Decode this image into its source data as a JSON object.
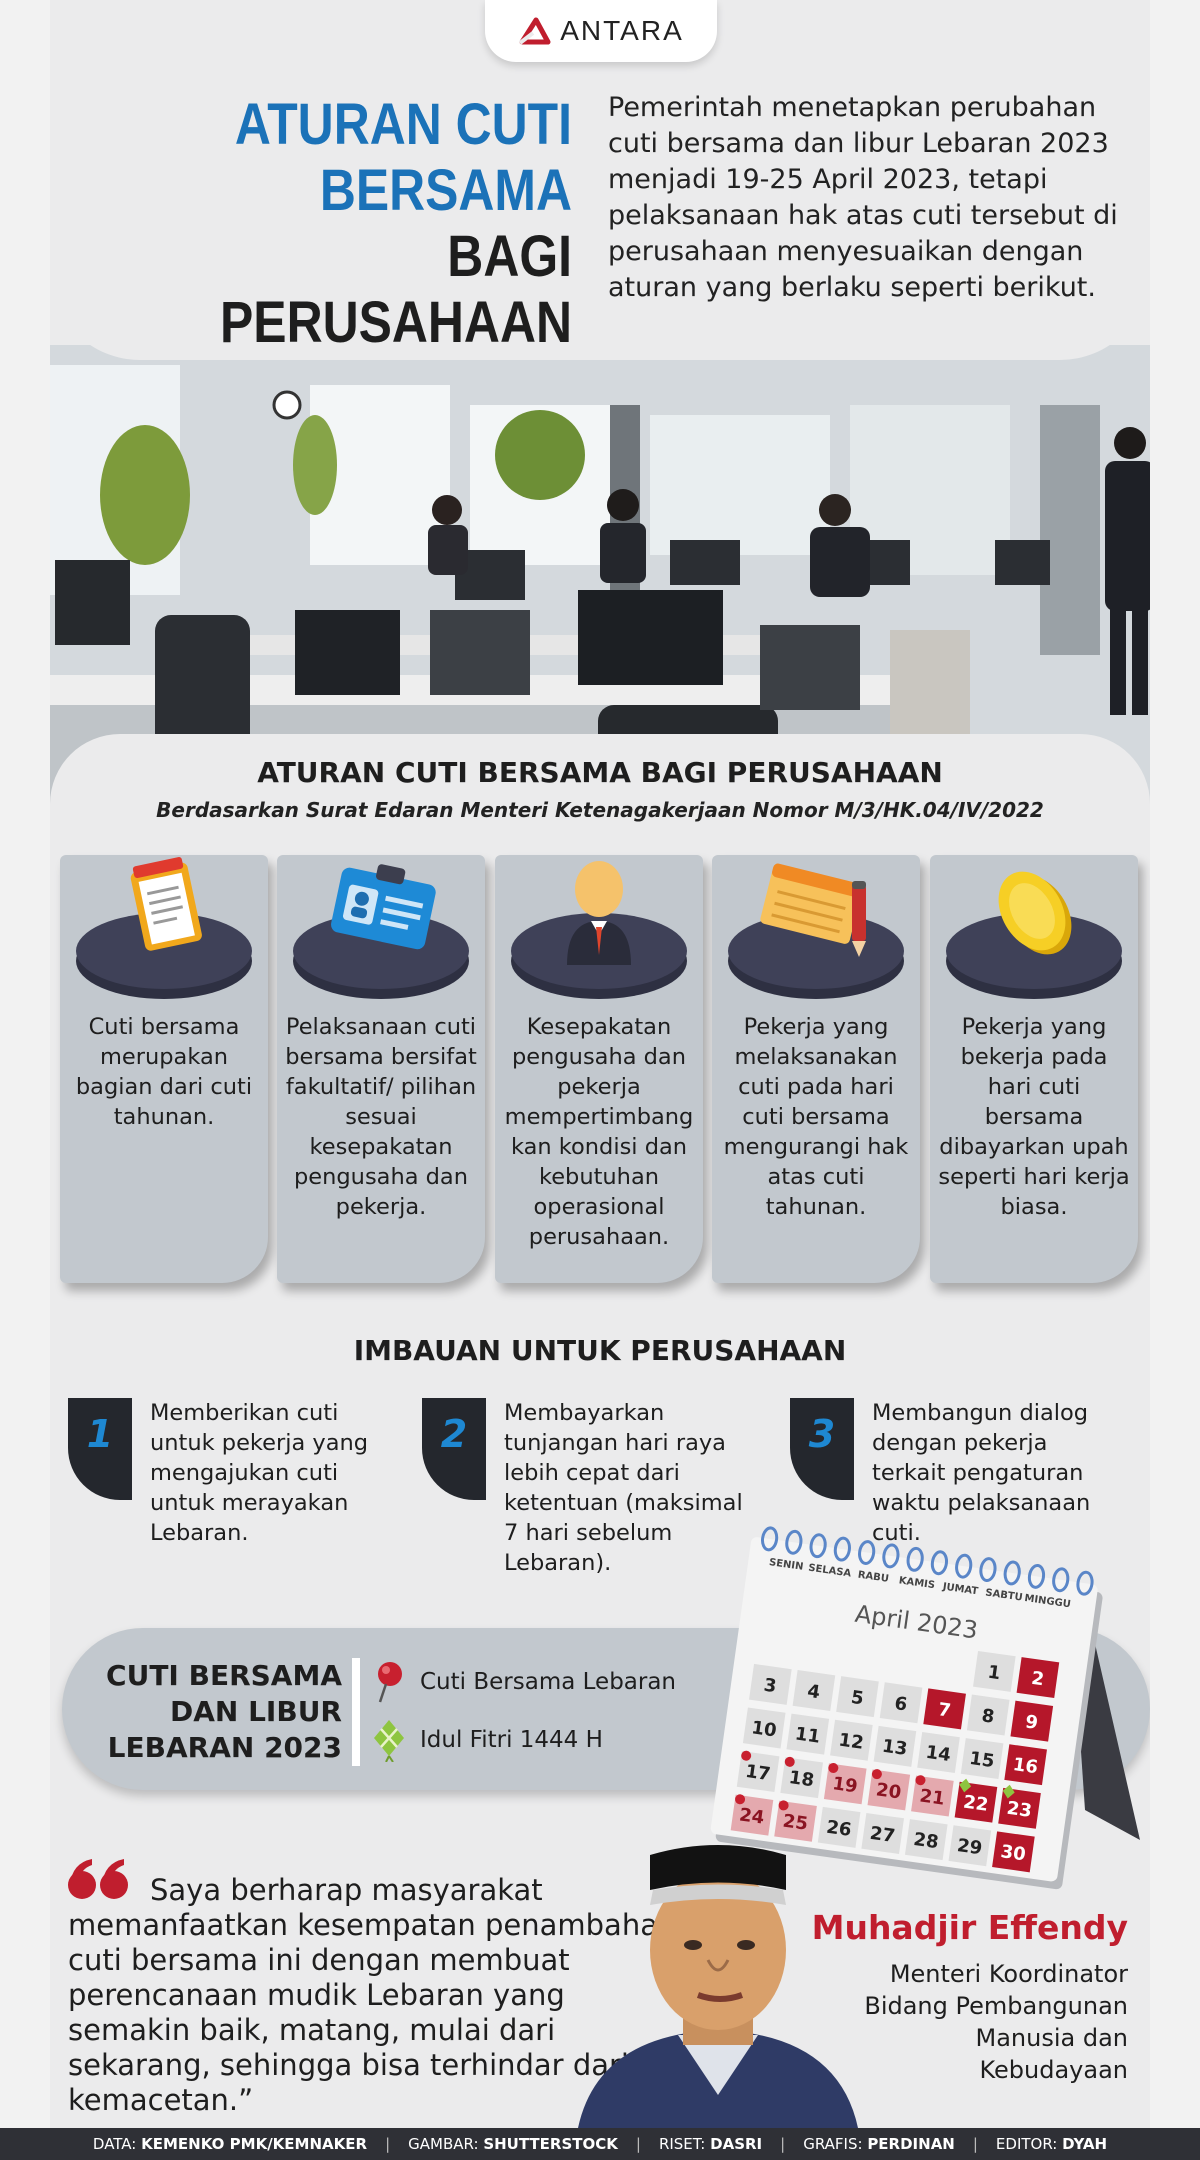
{
  "brand": {
    "name": "ANTARA",
    "red": "#c01e2e",
    "blue": "#1b72b8"
  },
  "header": {
    "title_line1": "ATURAN CUTI",
    "title_line2": "BERSAMA",
    "title_line3": "BAGI PERUSAHAAN",
    "intro": "Pemerintah menetapkan perubahan cuti bersama dan libur Lebaran 2023 menjadi 19-25 April 2023, tetapi pelaksanaan hak atas cuti tersebut di perusahaan menyesuaikan dengan aturan yang berlaku seperti berikut."
  },
  "rules": {
    "title": "ATURAN CUTI BERSAMA BAGI PERUSAHAAN",
    "subtitle": "Berdasarkan Surat Edaran Menteri Ketenagakerjaan Nomor M/3/HK.04/IV/2022",
    "cards": [
      {
        "icon": "notepad-icon",
        "text": "Cuti bersama merupakan bagian dari cuti tahunan."
      },
      {
        "icon": "id-card-icon",
        "text": "Pelaksanaan cuti bersama bersifat fakultatif/ pilihan sesuai kesepakatan pengusaha dan pekerja."
      },
      {
        "icon": "businessman-icon",
        "text": "Kesepakatan pengusaha dan pekerja mempertimbang kan kondisi dan kebutuhan operasional perusahaan."
      },
      {
        "icon": "notebook-pencil-icon",
        "text": "Pekerja yang melaksanakan cuti pada hari cuti bersama mengurangi hak atas cuti tahunan."
      },
      {
        "icon": "coin-icon",
        "text": "Pekerja yang bekerja pada hari cuti bersama dibayarkan upah seperti hari kerja biasa."
      }
    ]
  },
  "imbauan": {
    "title": "IMBAUAN UNTUK PERUSAHAAN",
    "items": [
      {
        "num": "1",
        "text": "Memberikan cuti untuk pekerja yang mengajukan cuti untuk merayakan Lebaran."
      },
      {
        "num": "2",
        "text": "Membayarkan tunjangan hari raya lebih cepat dari ketentuan (maksimal 7 hari sebelum Lebaran)."
      },
      {
        "num": "3",
        "text": "Membangun dialog dengan pekerja terkait pengaturan waktu pelaksanaan cuti."
      }
    ]
  },
  "cuti_band": {
    "title_line1": "CUTI BERSAMA",
    "title_line2": "DAN LIBUR",
    "title_line3": "LEBARAN 2023",
    "legend": [
      {
        "icon": "red-pin-icon",
        "label": "Cuti Bersama Lebaran"
      },
      {
        "icon": "ketupat-icon",
        "label": "Idul Fitri 1444 H"
      }
    ]
  },
  "calendar": {
    "month": "April 2023",
    "weekdays": [
      "SENIN",
      "SELASA",
      "RABU",
      "KAMIS",
      "JUMAT",
      "SABTU",
      "MINGGU"
    ],
    "weeks": [
      [
        "",
        "",
        "",
        "",
        "",
        "1",
        "2"
      ],
      [
        "3",
        "4",
        "5",
        "6",
        "7",
        "8",
        "9"
      ],
      [
        "10",
        "11",
        "12",
        "13",
        "14",
        "15",
        "16"
      ],
      [
        "17",
        "18",
        "19",
        "20",
        "21",
        "22",
        "23"
      ],
      [
        "24",
        "25",
        "26",
        "27",
        "28",
        "29",
        "30"
      ]
    ],
    "red_days": [
      "2",
      "7",
      "9",
      "16",
      "22",
      "23",
      "30"
    ],
    "pink_days": [
      "19",
      "20",
      "21",
      "24",
      "25"
    ],
    "pin_days": [
      "17",
      "18",
      "19",
      "20",
      "21",
      "24",
      "25"
    ],
    "ketupat_days": [
      "22",
      "23"
    ]
  },
  "quote": {
    "text": "Saya berharap masyarakat memanfaatkan kesempatan penambahan cuti bersama ini dengan membuat perencanaan mudik Lebaran yang semakin baik, matang, mulai dari sekarang, sehingga bisa terhindar dari kemacetan.”",
    "speaker": "Muhadjir Effendy",
    "role": "Menteri Koordinator Bidang Pembangunan Manusia dan Kebudayaan"
  },
  "footer": {
    "items": [
      {
        "label": "DATA:",
        "value": "KEMENKO PMK/KEMNAKER"
      },
      {
        "label": "GAMBAR:",
        "value": "SHUTTERSTOCK"
      },
      {
        "label": "RISET:",
        "value": "DASRI"
      },
      {
        "label": "GRAFIS:",
        "value": "PERDINAN"
      },
      {
        "label": "EDITOR:",
        "value": "DYAH"
      }
    ]
  }
}
